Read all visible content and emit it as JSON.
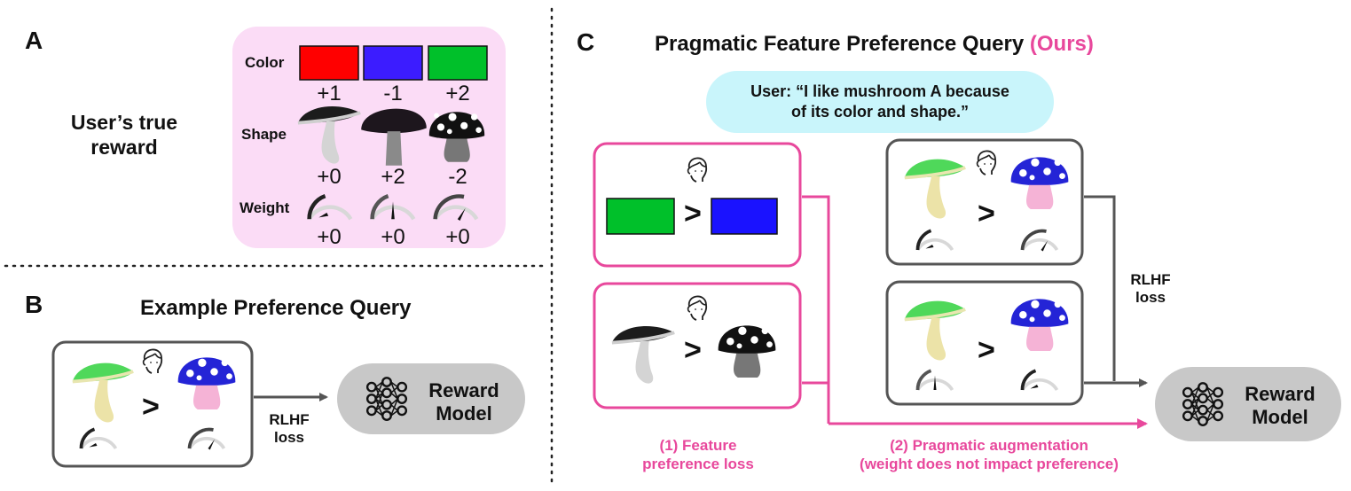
{
  "panel_a": {
    "letter": "A",
    "title_line1": "User’s true",
    "title_line2": "reward",
    "rows": {
      "color": "Color",
      "shape": "Shape",
      "weight": "Weight"
    },
    "color_values": [
      "+1",
      "-1",
      "+2"
    ],
    "shape_values": [
      "+0",
      "+2",
      "-2"
    ],
    "weight_values": [
      "+0",
      "+0",
      "+0"
    ],
    "swatches": [
      "#ff0000",
      "#3c1cff",
      "#00c02a"
    ],
    "panel_bg": "#fbdcf6"
  },
  "panel_b": {
    "letter": "B",
    "title": "Example Preference Query",
    "gt": ">",
    "loss_line1": "RLHF",
    "loss_line2": "loss",
    "model_line1": "Reward",
    "model_line2": "Model"
  },
  "panel_c": {
    "letter": "C",
    "title": "Pragmatic Feature Preference Query",
    "title_suffix": "(Ours)",
    "user_quote_line1": "User: “I like mushroom A because",
    "user_quote_line2": "of its color and shape.”",
    "gt": ">",
    "loss_line1": "RLHF",
    "loss_line2": "loss",
    "model_line1": "Reward",
    "model_line2": "Model",
    "label1_line1": "(1) Feature",
    "label1_line2": "preference loss",
    "label2_line1": "(2) Pragmatic augmentation",
    "label2_line2": "(weight does not impact preference)"
  },
  "colors": {
    "pink": "#e8489c",
    "cyan": "#c9f5fb",
    "gray_box": "#c8c8c8",
    "green": "#00c02a",
    "blue": "#1a12ff",
    "mush_green": "#4fd85a",
    "mush_blue": "#2424d6",
    "stem_cream": "#ece3a8",
    "stem_pink": "#f5b3d6"
  }
}
